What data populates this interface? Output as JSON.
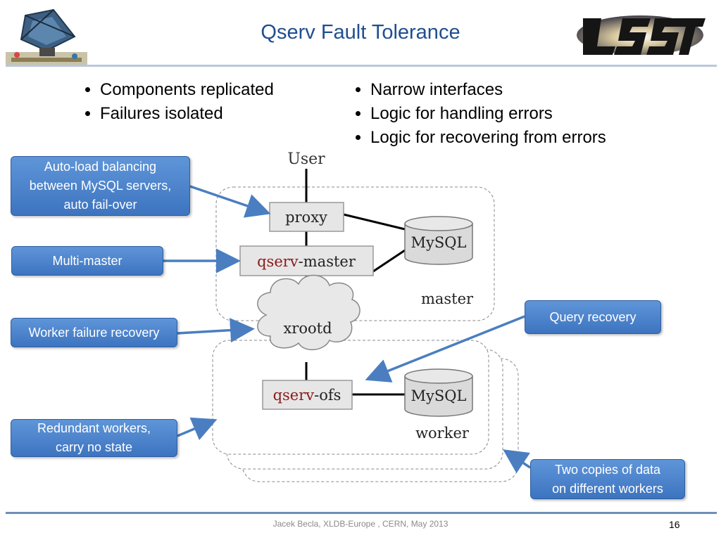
{
  "slide": {
    "title": "Qserv Fault Tolerance",
    "footer": "Jacek Becla, XLDB-Europe , CERN, May 2013",
    "page_number": "16"
  },
  "bullets": {
    "left": [
      "Components replicated",
      "Failures isolated"
    ],
    "right": [
      "Narrow interfaces",
      "Logic for handling errors",
      "Logic for recovering from errors"
    ]
  },
  "diagram": {
    "user_label": "User",
    "proxy_label": "proxy",
    "qserv_prefix": "qserv",
    "master_suffix": "-master",
    "ofs_suffix": "-ofs",
    "mysql_label": "MySQL",
    "xrootd_label": "xrootd",
    "master_group_label": "master",
    "worker_group_label": "worker"
  },
  "callouts": {
    "load_balancing": [
      "Auto-load balancing",
      "between MySQL servers,",
      "auto fail-over"
    ],
    "multi_master": [
      "Multi-master"
    ],
    "worker_failure": [
      "Worker failure recovery"
    ],
    "redundant_workers": [
      "Redundant workers,",
      "carry no state"
    ],
    "query_recovery": [
      "Query recovery"
    ],
    "two_copies": [
      "Two copies of data",
      "on different workers"
    ]
  },
  "colors": {
    "title": "#1f4f8f",
    "qserv_text": "#8b1a1a",
    "callout_fill": "#4a82cc",
    "arrow": "#4a7ec0"
  }
}
